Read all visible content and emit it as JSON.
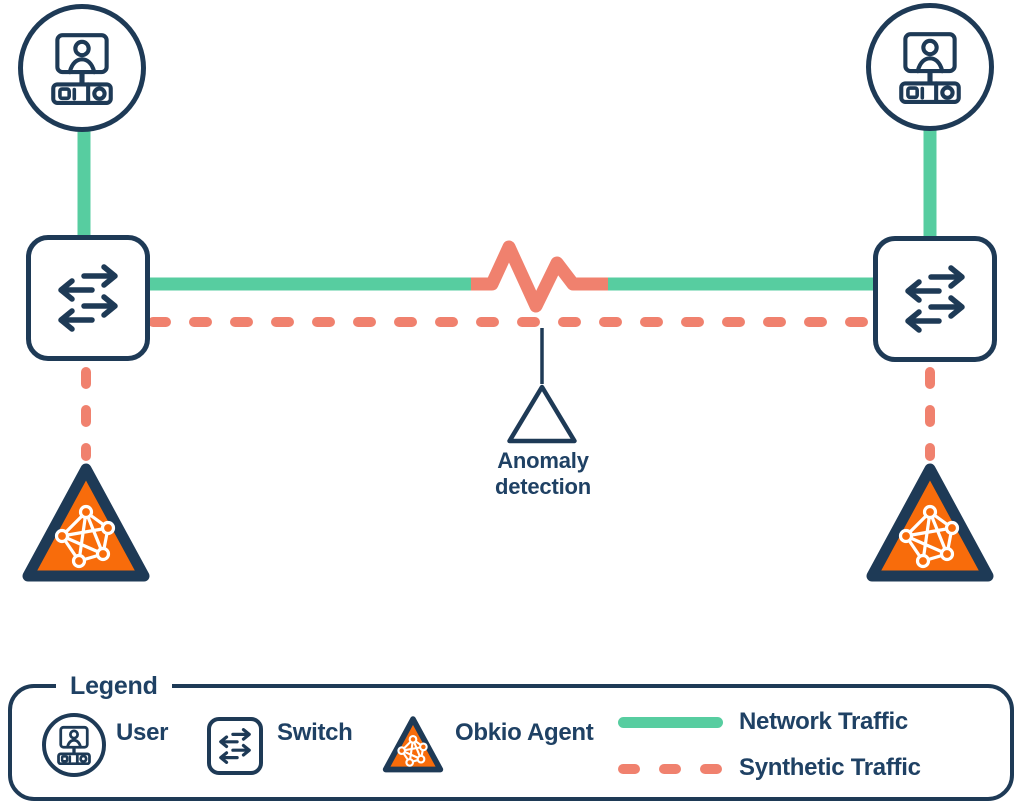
{
  "colors": {
    "navy": "#1E3A56",
    "text": "#1F4164",
    "network_traffic_green": "#57CDA0",
    "synthetic_traffic_salmon": "#F0816E",
    "agent_orange": "#F86C0B",
    "background": "#FFFFFF"
  },
  "diagram": {
    "nodes": [
      {
        "id": "user-left",
        "icon": "user-icon"
      },
      {
        "id": "user-right",
        "icon": "user-icon"
      },
      {
        "id": "switch-left",
        "icon": "switch-icon"
      },
      {
        "id": "switch-right",
        "icon": "switch-icon"
      },
      {
        "id": "agent-left",
        "icon": "obkio-agent-icon"
      },
      {
        "id": "agent-right",
        "icon": "obkio-agent-icon"
      }
    ],
    "anomaly": {
      "line1": "Anomaly",
      "line2": "detection",
      "marker_icon": "anomaly-triangle-marker-icon",
      "spike_icon": "anomaly-spike-icon"
    }
  },
  "legend": {
    "title": "Legend",
    "items": [
      {
        "icon": "user-icon",
        "label": "User"
      },
      {
        "icon": "switch-icon",
        "label": "Switch"
      },
      {
        "icon": "obkio-agent-icon",
        "label": "Obkio Agent"
      }
    ],
    "lines": [
      {
        "style": "solid",
        "color": "#57CDA0",
        "label": "Network Traffic"
      },
      {
        "style": "dashed",
        "color": "#F0816E",
        "label": "Synthetic Traffic"
      }
    ]
  }
}
